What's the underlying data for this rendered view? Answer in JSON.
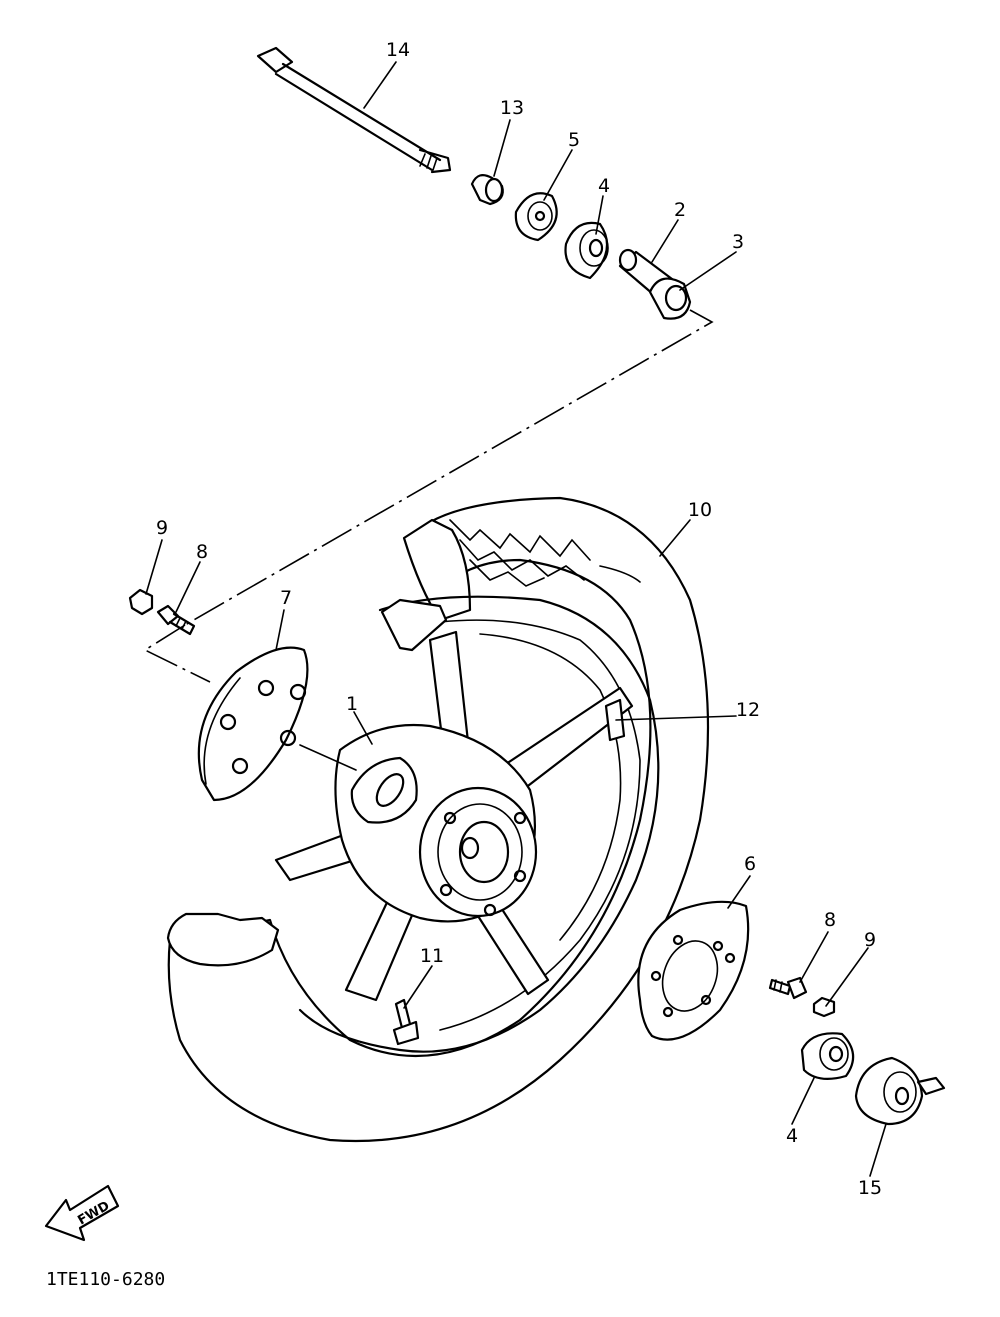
{
  "part_numbers": {
    "p1": "1",
    "p2": "2",
    "p3": "3",
    "p4_upper": "4",
    "p4_lower": "4",
    "p5": "5",
    "p6": "6",
    "p7": "7",
    "p8_left": "8",
    "p8_right": "8",
    "p9_left": "9",
    "p9_right": "9",
    "p10": "10",
    "p11": "11",
    "p12": "12",
    "p13": "13",
    "p14": "14",
    "p15": "15"
  },
  "direction_arrow_label": "FWD",
  "diagram_code": "1TE110-6280"
}
